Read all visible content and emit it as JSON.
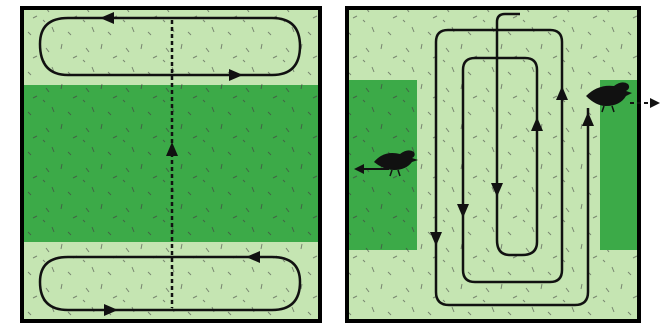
{
  "colors": {
    "field_light": "#c5e5b2",
    "crop_dark": "#3caa48",
    "outline": "#000000",
    "path_line": "#111111",
    "bird": "#111111"
  },
  "panels": [
    {
      "id": "left",
      "description_label": "",
      "central_band": true
    },
    {
      "id": "right",
      "description_label": "",
      "side_strips": [
        "left",
        "right"
      ]
    }
  ],
  "icons": {
    "bird": "bird-icon",
    "arrow": "arrow-icon"
  }
}
